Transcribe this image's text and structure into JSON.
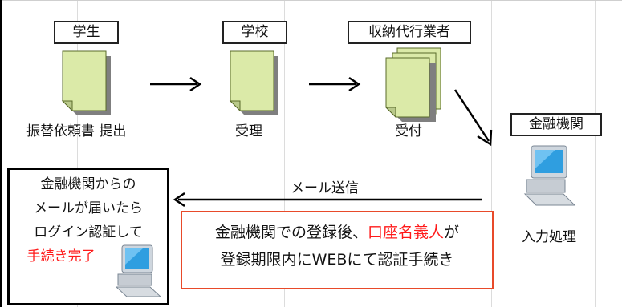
{
  "nodes": {
    "student": {
      "label": "学生",
      "caption": "振替依頼書 提出"
    },
    "school": {
      "label": "学校",
      "caption": "受理"
    },
    "agent": {
      "label": "収納代行業者",
      "caption": "受付"
    },
    "bank": {
      "label": "金融機関",
      "caption": "入力処理"
    }
  },
  "mail": {
    "label": "メール送信"
  },
  "student_box": {
    "lines": [
      "金融機関からの",
      "メールが届いたら",
      "ログイン認証して"
    ],
    "complete": "手続き完了"
  },
  "notice": {
    "line1_a": "金融機関での登録後、",
    "line1_b": "口座名義人",
    "line1_c": "が",
    "line2": "登録期限内にWEBにて認証手続き"
  },
  "colors": {
    "doc_fill": "#dbeaa8",
    "doc_shadow": "#7f7f7f",
    "accent_red": "#ff1a1a",
    "box_red": "#e84a2a"
  },
  "icons": [
    "document-icon",
    "document-stack-icon",
    "computer-icon",
    "arrow-icon"
  ]
}
